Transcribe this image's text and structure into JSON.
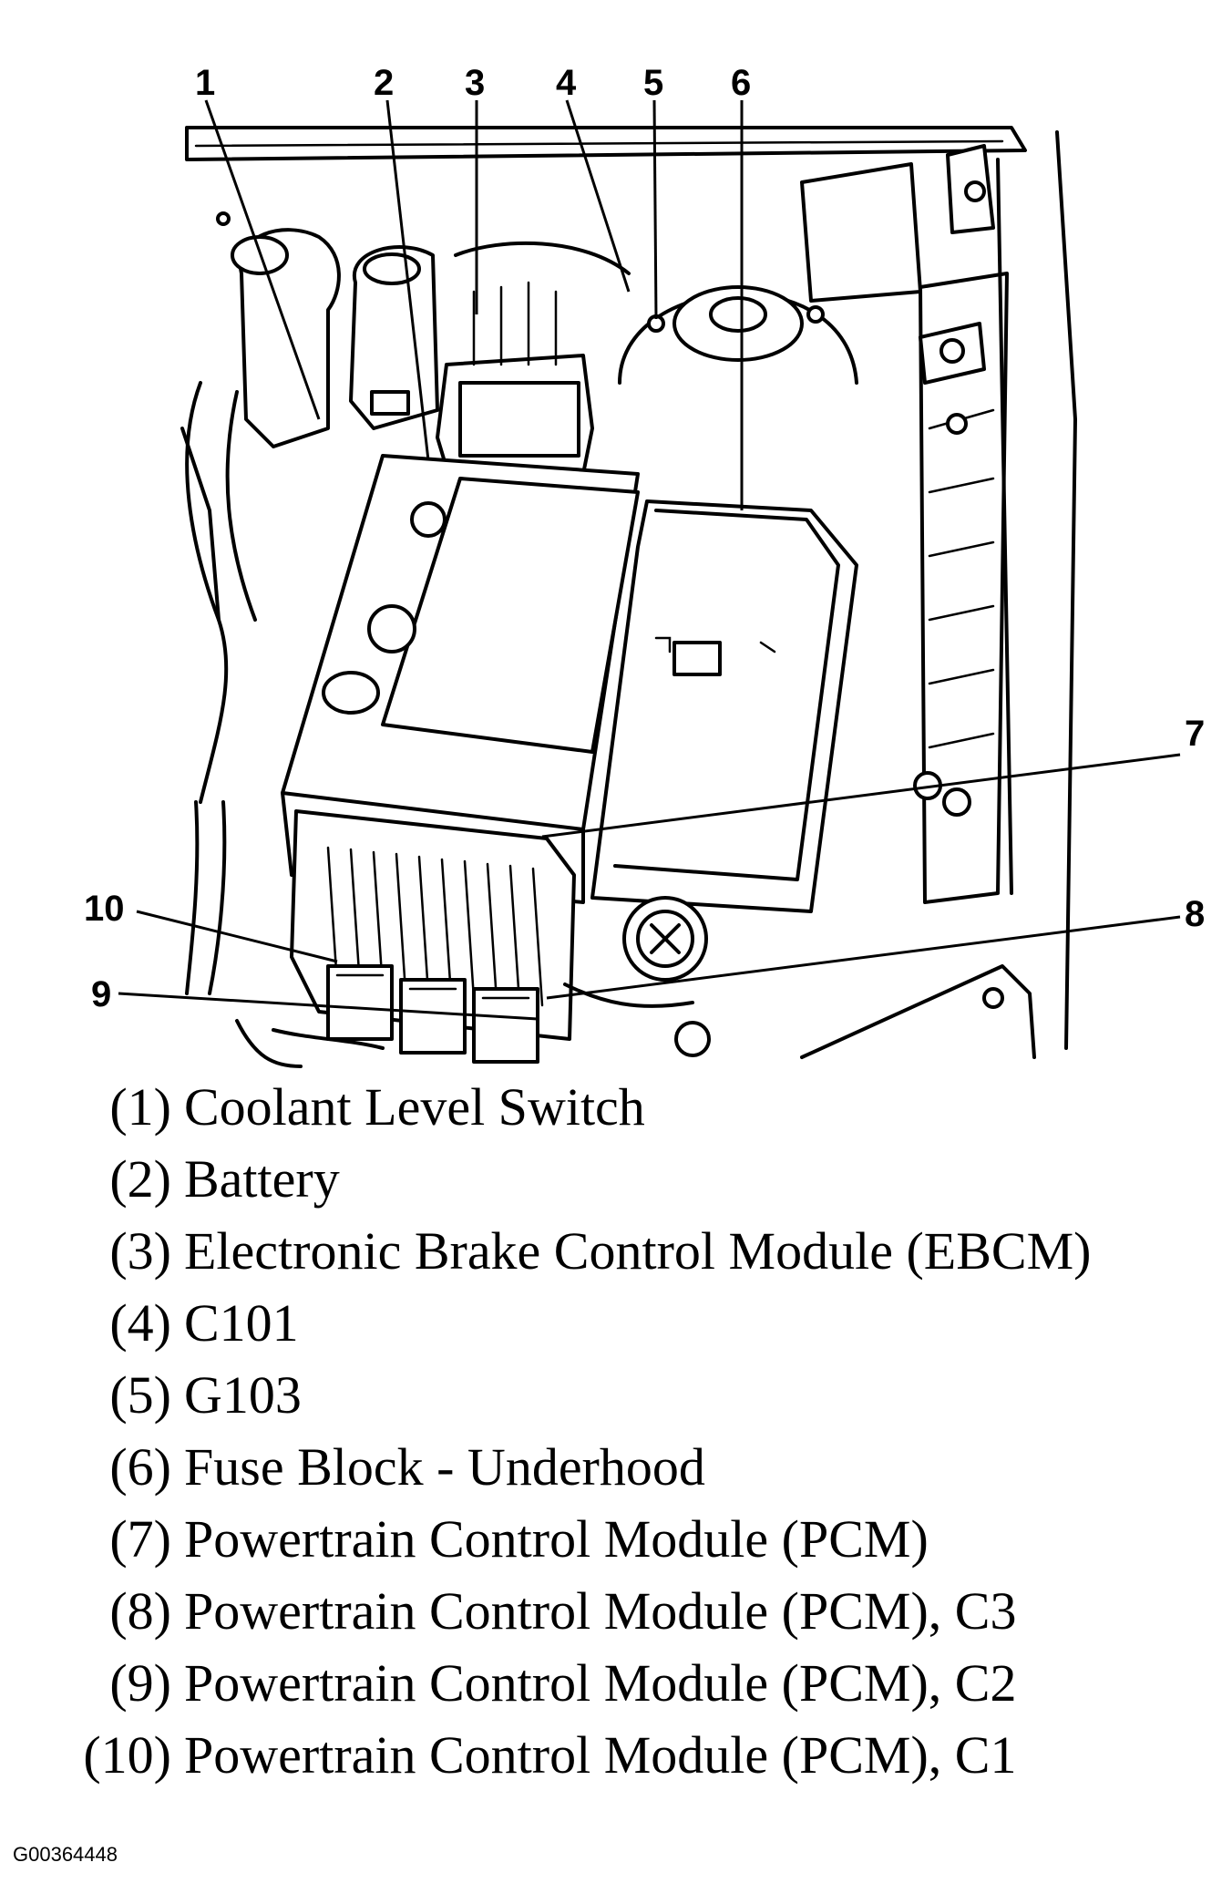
{
  "callouts": [
    "1",
    "2",
    "3",
    "4",
    "5",
    "6",
    "7",
    "8",
    "9",
    "10"
  ],
  "legend": [
    {
      "num": "(1)",
      "text": "Coolant Level Switch"
    },
    {
      "num": "(2)",
      "text": "Battery"
    },
    {
      "num": "(3)",
      "text": "Electronic Brake Control Module (EBCM)"
    },
    {
      "num": "(4)",
      "text": "C101"
    },
    {
      "num": "(5)",
      "text": "G103"
    },
    {
      "num": "(6)",
      "text": "Fuse Block - Underhood"
    },
    {
      "num": "(7)",
      "text": "Powertrain Control Module (PCM)"
    },
    {
      "num": "(8)",
      "text": "Powertrain Control Module (PCM), C3"
    },
    {
      "num": "(9)",
      "text": "Powertrain Control Module (PCM), C2"
    },
    {
      "num": "(10)",
      "text": "Powertrain Control Module (PCM), C1"
    }
  ],
  "figure_id": "G00364448"
}
